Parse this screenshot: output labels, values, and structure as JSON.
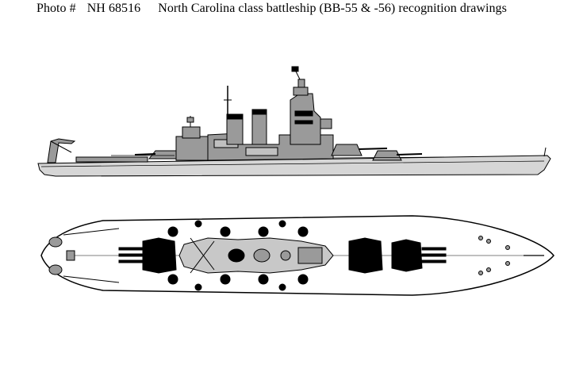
{
  "caption": {
    "photo_label": "Photo #",
    "photo_number": "NH 68516",
    "title": "North Carolina class battleship (BB-55 & -56) recognition drawings"
  },
  "drawings": {
    "profile_view": "side-profile",
    "plan_view": "deck-plan"
  },
  "colors": {
    "hull_fill": "#d6d6d6",
    "superstructure_fill": "#9a9a9a",
    "ink": "#000000",
    "paper": "#ffffff"
  }
}
